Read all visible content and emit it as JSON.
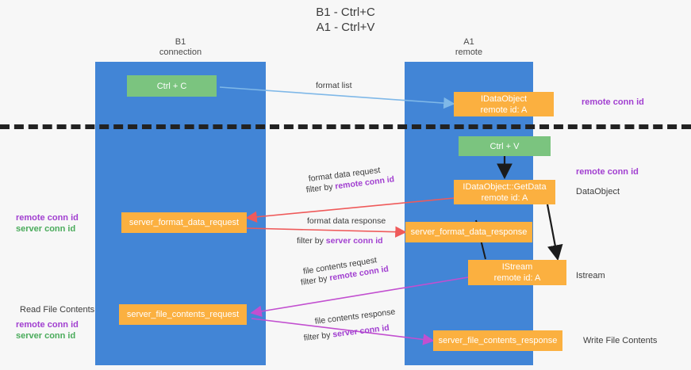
{
  "title": "B1 - Ctrl+C\nA1 - Ctrl+V",
  "columns": {
    "left": "B1\nconnection",
    "right": "A1\nremote"
  },
  "colors": {
    "lane": "#4285d6",
    "node_action": "#7bc47f",
    "node_message": "#fbb040",
    "remote_conn_id": "#a13fd0",
    "server_conn_id": "#4aab5b",
    "arrow_format_list": "#7fb8e8",
    "arrow_format_data": "#ef5a5a",
    "arrow_file_contents": "#c24fd0",
    "divider": "#222222"
  },
  "nodes": {
    "ctrl_c": "Ctrl + C",
    "ctrl_v": "Ctrl + V",
    "idataobject": "IDataObject\nremote id: A",
    "idataobject_getdata": "IDataObject::GetData\nremote id: A",
    "istream": "IStream\nremote id: A",
    "server_format_data_request": "server_format_data_request",
    "server_format_data_response": "server_format_data_response",
    "server_file_contents_request": "server_file_contents_request",
    "server_file_contents_response": "server_file_contents_response"
  },
  "arrow_labels": {
    "format_list": "format list",
    "format_data_request": "format data request",
    "format_data_request_filter_prefix": "filter by ",
    "format_data_request_filter_key": "remote conn id",
    "format_data_response": "format data response",
    "format_data_response_filter_prefix": "filter by ",
    "format_data_response_filter_key": "server conn id",
    "file_contents_request": "file contents request",
    "file_contents_request_filter_prefix": "filter by ",
    "file_contents_request_filter_key": "remote conn id",
    "file_contents_response": "file contents response",
    "file_contents_response_filter_prefix": "filter by ",
    "file_contents_response_filter_key": "server conn id"
  },
  "side_labels": {
    "right_remote_conn_id_top": "remote conn id",
    "right_remote_conn_id_mid": "remote conn id",
    "right_dataobject": "DataObject",
    "right_istream": "Istream",
    "right_write_file_contents": "Write File Contents",
    "left_remote_conn_id_mid": "remote conn id",
    "left_server_conn_id_mid": "server conn id",
    "left_read_file_contents": "Read File Contents",
    "left_remote_conn_id_bottom": "remote conn id",
    "left_server_conn_id_bottom": "server conn id"
  }
}
